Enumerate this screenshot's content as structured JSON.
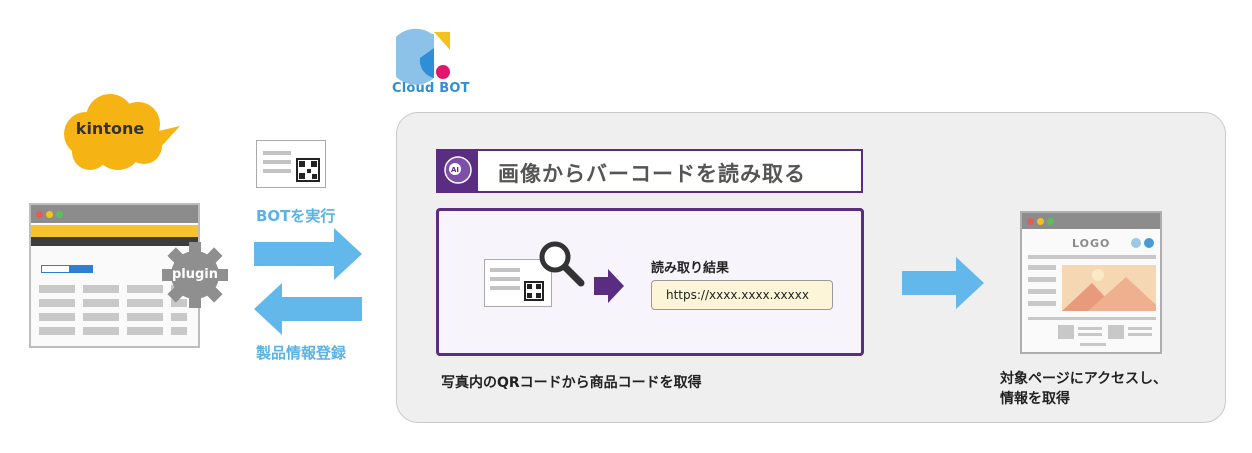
{
  "brand": {
    "cloudbot_name": "Cloud BOT",
    "cloudbot_colors": [
      "#2e8fd6",
      "#f2c31c",
      "#e0176a"
    ]
  },
  "kintone": {
    "label": "kintone",
    "plugin_label": "plugin",
    "cloud_color": "#f6b414"
  },
  "flow": {
    "run_label": "BOTを実行",
    "register_label": "製品情報登録",
    "arrow_color": "#62b8ea"
  },
  "panel": {
    "heading": "画像からバーコードを読み取る",
    "heading_icon": "ai-head-icon",
    "accent_color": "#5b2d82",
    "result_title": "読み取り結果",
    "result_value": "https://xxxx.xxxx.xxxxx",
    "process_caption": "写真内のQRコードから商品コードを取得"
  },
  "target": {
    "logo_text": "LOGO",
    "caption_line1": "対象ページにアクセスし、",
    "caption_line2": "情報を取得"
  }
}
